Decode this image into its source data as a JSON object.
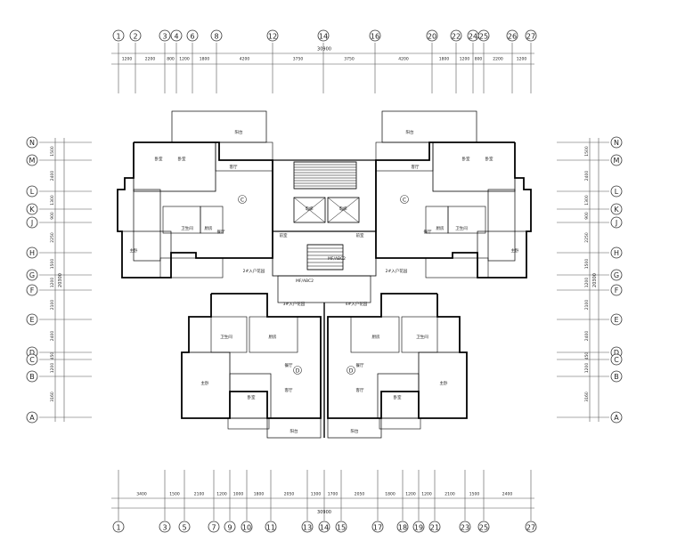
{
  "top_axes": [
    "1",
    "2",
    "3",
    "4",
    "6",
    "8",
    "12",
    "14",
    "16",
    "20",
    "22",
    "24",
    "25",
    "26",
    "27"
  ],
  "top_dims": [
    "1200",
    "2200",
    "800",
    "1200",
    "1800",
    "4200",
    "3750",
    "3750",
    "4200",
    "1800",
    "1200",
    "800",
    "2200",
    "1200"
  ],
  "top_total": "30900",
  "bottom_axes": [
    "1",
    "3",
    "5",
    "7",
    "9",
    "10",
    "11",
    "13",
    "14",
    "15",
    "17",
    "18",
    "19",
    "21",
    "23",
    "25",
    "27"
  ],
  "bottom_dims": [
    "3400",
    "1500",
    "2100",
    "1200",
    "1000",
    "1800",
    "2050",
    "1300",
    "1700",
    "2050",
    "1800",
    "1200",
    "1200",
    "2100",
    "1500",
    "2400"
  ],
  "bottom_total": "30900",
  "row_axes": [
    "N",
    "M",
    "L",
    "K",
    "J",
    "H",
    "G",
    "F",
    "E",
    "D",
    "C",
    "B",
    "A"
  ],
  "row_dims": [
    "1500",
    "2400",
    "1300",
    "900",
    "2250",
    "1500",
    "1200",
    "2100",
    "2400",
    "450",
    "1200",
    "3160"
  ],
  "row_total": "20300",
  "room_labels": {
    "living": "客厅",
    "dining": "餐厅",
    "bedroom": "卧室",
    "master": "主卧",
    "kitchen": "厨房",
    "bath": "卫生间",
    "balcony": "阳台",
    "hall": "前室",
    "stair": "楼梯间",
    "lobby": "2#入户花园",
    "lobby3": "3#入户花园",
    "lobby4": "4#入户花园"
  },
  "unit_marks": [
    "C",
    "C",
    "D",
    "D"
  ],
  "elevator": "电梯",
  "note": "MF/ABC2"
}
